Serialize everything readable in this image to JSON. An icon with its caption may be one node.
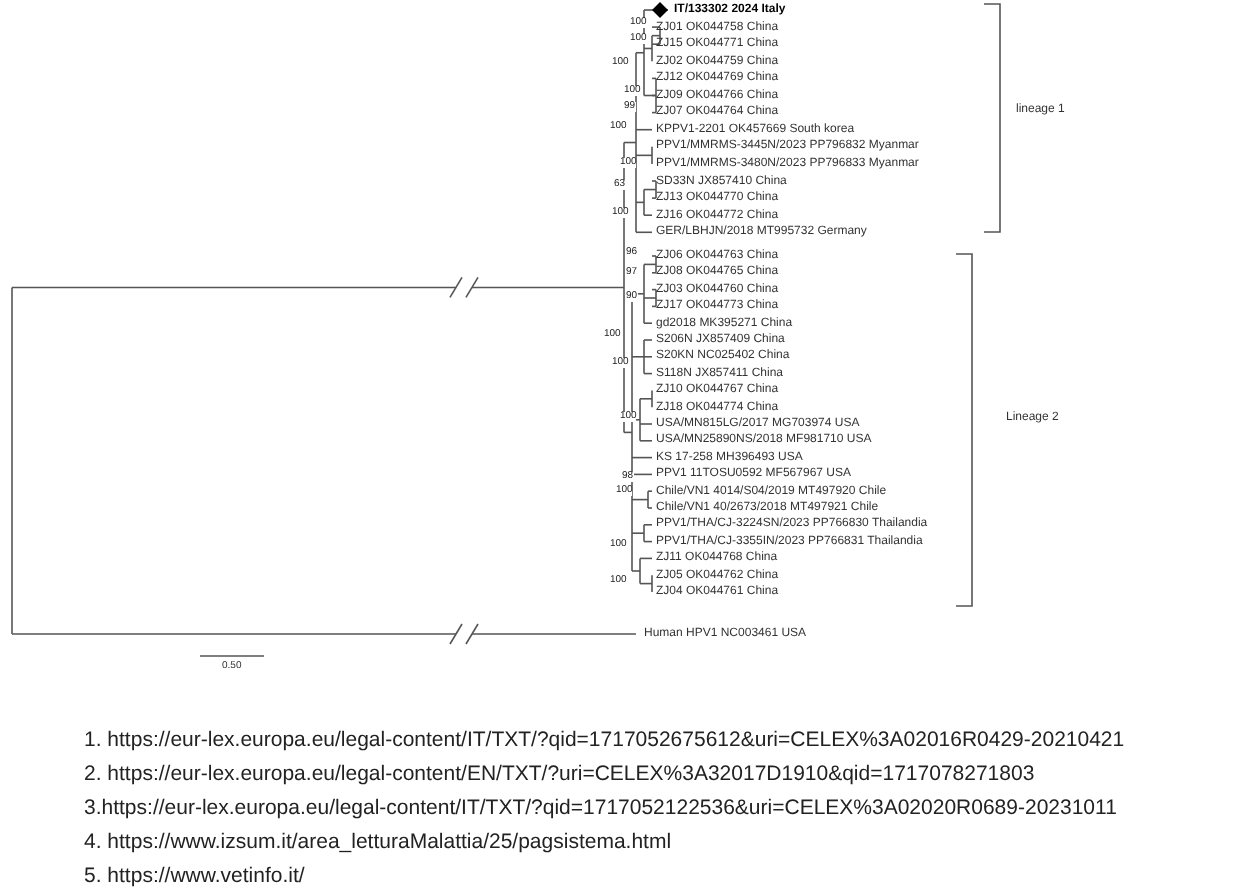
{
  "diagram": {
    "labels": [
      "IT/133302 2024 Italy",
      "ZJ01 OK044758 China",
      "ZJ15 OK044771 China",
      "ZJ02 OK044759 China",
      "ZJ12 OK044769 China",
      "ZJ09 OK044766 China",
      "ZJ07 OK044764 China",
      "KPPV1-2201 OK457669 South korea",
      "PPV1/MMRMS-3445N/2023 PP796832 Myanmar",
      "PPV1/MMRMS-3480N/2023 PP796833 Myanmar",
      "SD33N JX857410 China",
      "ZJ13 OK044770 China",
      "ZJ16 OK044772 China",
      "GER/LBHJN/2018 MT995732 Germany",
      "ZJ06 OK044763 China",
      "ZJ08 OK044765 China",
      "ZJ03 OK044760 China",
      "ZJ17 OK044773 China",
      "gd2018 MK395271 China",
      "S206N JX857409 China",
      "S20KN NC025402 China",
      "S118N JX857411 China",
      "ZJ10 OK044767 China",
      "ZJ18 OK044774 China",
      "USA/MN815LG/2017 MG703974 USA",
      "USA/MN25890NS/2018 MF981710 USA",
      "KS 17-258 MH396493 USA",
      "PPV1 11TOSU0592 MF567967 USA",
      "Chile/VN1 4014/S04/2019 MT497920 Chile",
      "Chile/VN1 40/2673/2018 MT497921 Chile",
      "PPV1/THA/CJ-3224SN/2023 PP766830 Thailandia",
      "PPV1/THA/CJ-3355IN/2023 PP766831 Thailandia",
      "ZJ11 OK044768 China",
      "ZJ05 OK044762 China",
      "ZJ04 OK044761 China",
      "Human HPV1 NC003461 USA",
      "100",
      "100",
      "100",
      "100",
      "99",
      "100",
      "100",
      "63",
      "100",
      "96",
      "97",
      "90",
      "100",
      "100",
      "100",
      "98",
      "100",
      "100",
      "100",
      "lineage 1",
      "Lineage 2",
      "0.50",
      "1. https://eur-lex.europa.eu/legal-content/IT/TXT/?qid=1717052675612&uri=CELEX%3A02016R0429-20210421",
      "2.  https://eur-lex.europa.eu/legal-content/EN/TXT/?uri=CELEX%3A32017D1910&qid=1717078271803",
      "3.https://eur-lex.europa.eu/legal-content/IT/TXT/?qid=1717052122536&uri=CELEX%3A02020R0689-20231011",
      "4.  https://www.izsum.it/area_letturaMalattia/25/pagsistema.html",
      "5.  https://www.vetinfo.it/"
    ]
  }
}
